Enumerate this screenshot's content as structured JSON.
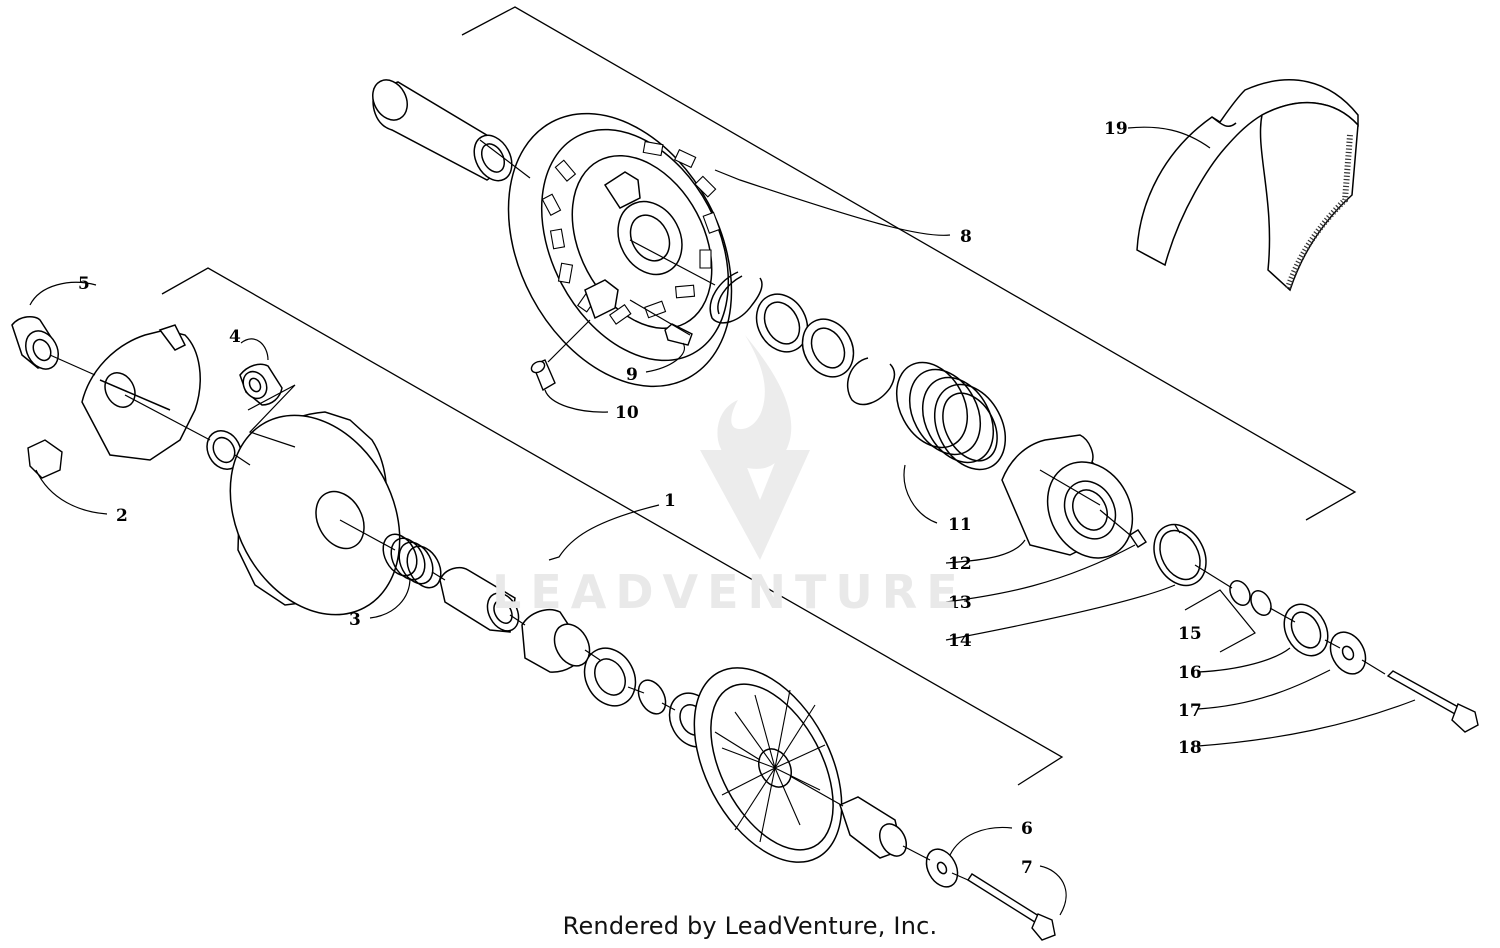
{
  "callouts": {
    "c1": "1",
    "c2": "2",
    "c3": "3",
    "c4": "4",
    "c5": "5",
    "c6": "6",
    "c7": "7",
    "c8": "8",
    "c9": "9",
    "c10": "10",
    "c11": "11",
    "c12": "12",
    "c13": "13",
    "c14": "14",
    "c15": "15",
    "c16": "16",
    "c17": "17",
    "c18": "18",
    "c19": "19"
  },
  "watermark": {
    "text": "LEADVENTURE",
    "icon": "flame-v-logo"
  },
  "footer": {
    "credit": "Rendered by LeadVenture, Inc."
  },
  "colors": {
    "ink": "#000000",
    "paper": "#ffffff",
    "watermark": "#e6e6e6"
  }
}
